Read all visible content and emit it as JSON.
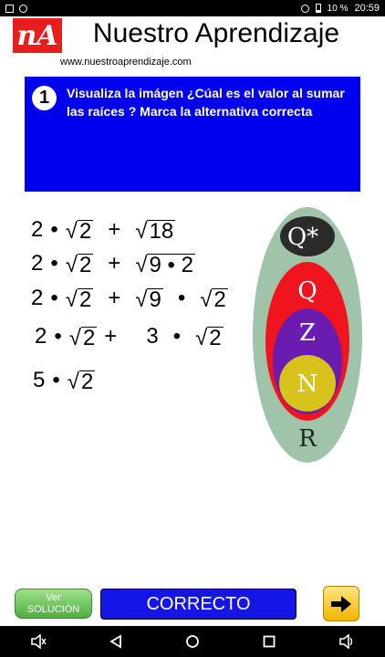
{
  "status_bar": {
    "time": "20:59",
    "battery": "10 %"
  },
  "header": {
    "logo_text": "nA",
    "title": "Nuestro Aprendizaje",
    "url": "www.nuestroaprendizaje.com"
  },
  "question": {
    "number": "1",
    "text": "Visualiza la imágen ¿Cúal es el valor al sumar las raíces ? Marca la alternativa correcta"
  },
  "steps": [
    {
      "a": "2",
      "b": "2",
      "op": "+",
      "c": "18"
    },
    {
      "a": "2",
      "b": "2",
      "op": "+",
      "c": "9 • 2"
    },
    {
      "a": "2",
      "b": "2",
      "op": "+",
      "c": "9",
      "d": "2"
    },
    {
      "a": "2",
      "b": "2",
      "op": "+",
      "e": "3",
      "d": "2"
    },
    {
      "a": "5",
      "b": "2"
    }
  ],
  "dot": "•",
  "radical": "√",
  "sets": {
    "outer": "R",
    "q_star": "Q*",
    "q": "Q",
    "z": "Z",
    "n": "N"
  },
  "colors": {
    "question_bg": "#0000ee",
    "logo_bg": "#e81e1e",
    "set_r": "#9fc4aa",
    "set_q_star": "#2b2b2b",
    "set_q": "#f0141e",
    "set_z": "#6a1bb0",
    "set_n": "#d8c21c",
    "status_bg": "#1515e6"
  },
  "buttons": {
    "solution_line1": "Ver",
    "solution_line2": "SOLUCIÓN",
    "status": "CORRECTO"
  }
}
